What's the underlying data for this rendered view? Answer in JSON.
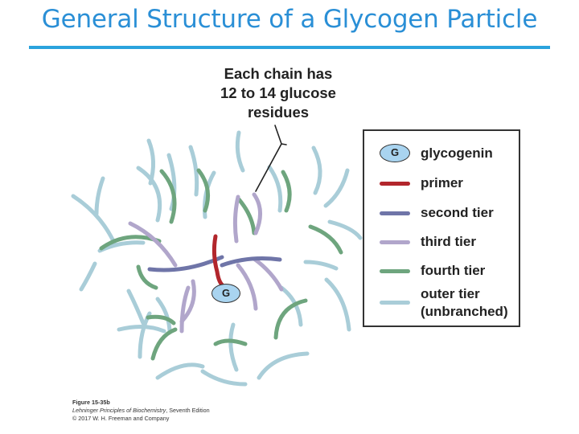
{
  "slide": {
    "title": "General Structure of a Glycogen Particle",
    "callout": [
      "Each chain has",
      "12 to 14 glucose",
      "residues"
    ]
  },
  "diagram": {
    "glycogenin_label": "G",
    "colors": {
      "primer": "#b2262c",
      "second_tier": "#6f75a8",
      "third_tier": "#b1a6cb",
      "fourth_tier": "#6ea57e",
      "outer_tier": "#a9cdd8",
      "glycogenin_fill": "#a9d4f0"
    }
  },
  "legend": {
    "items": [
      {
        "label": "glycogenin",
        "kind": "node",
        "node_text": "G",
        "color": "#a9d4f0"
      },
      {
        "label": "primer",
        "kind": "line",
        "color": "#b2262c"
      },
      {
        "label": "second tier",
        "kind": "line",
        "color": "#6f75a8"
      },
      {
        "label": "third tier",
        "kind": "line",
        "color": "#b1a6cb"
      },
      {
        "label": "fourth tier",
        "kind": "line",
        "color": "#6ea57e"
      },
      {
        "label": "outer tier",
        "label2": "(unbranched)",
        "kind": "line",
        "color": "#a9cdd8"
      }
    ]
  },
  "caption": {
    "figure": "Figure 15-35b",
    "book": "Lehninger Principles of Biochemistry",
    "edition": ", Seventh Edition",
    "copyright": "© 2017 W. H. Freeman and Company"
  }
}
